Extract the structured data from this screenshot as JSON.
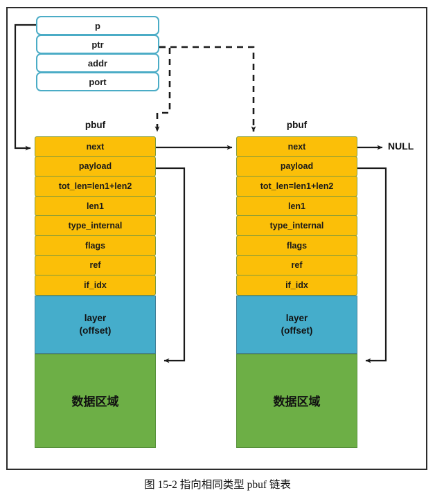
{
  "figure": {
    "caption": "图 15-2 指向相同类型 pbuf 链表",
    "null_label": "NULL"
  },
  "pointer_struct": {
    "name": "pointer-struct",
    "rows": [
      {
        "label": "p"
      },
      {
        "label": "ptr"
      },
      {
        "label": "addr"
      },
      {
        "label": "port"
      }
    ]
  },
  "pbuf_blocks": [
    {
      "title": "pbuf",
      "fields": [
        "next",
        "payload",
        "tot_len=len1+len2",
        "len1",
        "type_internal",
        "flags",
        "ref",
        "if_idx"
      ],
      "layer_line1": "layer",
      "layer_line2": "(offset)",
      "data_label": "数据区域"
    },
    {
      "title": "pbuf",
      "fields": [
        "next",
        "payload",
        "tot_len=len1+len2",
        "len1",
        "type_internal",
        "flags",
        "ref",
        "if_idx"
      ],
      "layer_line1": "layer",
      "layer_line2": "(offset)",
      "data_label": "数据区域"
    }
  ],
  "colors": {
    "field_fill": "#fbbf08",
    "layer_fill": "#45adcb",
    "data_fill": "#6daf46",
    "pointer_border": "#4bacc6",
    "frame_border": "#2b2b2b",
    "connector": "#1a1a1a"
  },
  "connectors": [
    {
      "name": "p-to-first-pbuf-next",
      "style": "solid",
      "from": "p",
      "to": "pbuf1.next"
    },
    {
      "name": "ptr-to-first-pbuf-next",
      "style": "dashed",
      "from": "ptr",
      "to": "pbuf1.next"
    },
    {
      "name": "ptr-to-second-pbuf-next",
      "style": "dashed",
      "from": "ptr",
      "to": "pbuf2.next"
    },
    {
      "name": "first-next-to-second-pbuf",
      "style": "solid",
      "from": "pbuf1.next",
      "to": "pbuf2"
    },
    {
      "name": "second-next-to-null",
      "style": "solid",
      "from": "pbuf2.next",
      "to": "NULL"
    },
    {
      "name": "first-payload-to-data",
      "style": "solid",
      "from": "pbuf1.payload",
      "to": "pbuf1.data"
    },
    {
      "name": "second-payload-to-data",
      "style": "solid",
      "from": "pbuf2.payload",
      "to": "pbuf2.data"
    }
  ]
}
